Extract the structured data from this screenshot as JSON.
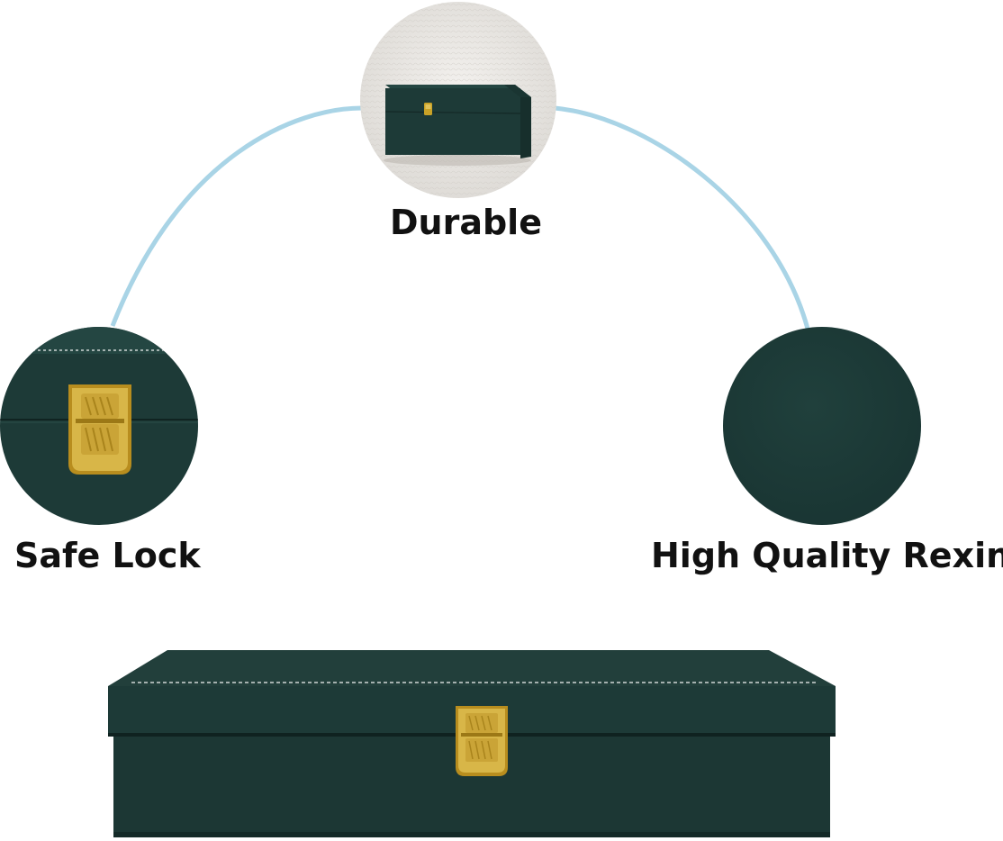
{
  "features": {
    "top_label": "Durable",
    "left_label": "Safe Lock",
    "right_label": "High Quality Rexine"
  },
  "colors": {
    "arc": "#a9d4e6",
    "box_green": "#1d3a37",
    "box_green_light": "#244642",
    "latch_gold": "#c9a227",
    "stitch": "#cfd6d4",
    "backdrop": "#e9e7e3"
  },
  "icons": {
    "top": "product-box-photo",
    "left": "gold-latch-closeup",
    "right": "rexine-texture-swatch",
    "main": "product-box-photo"
  }
}
